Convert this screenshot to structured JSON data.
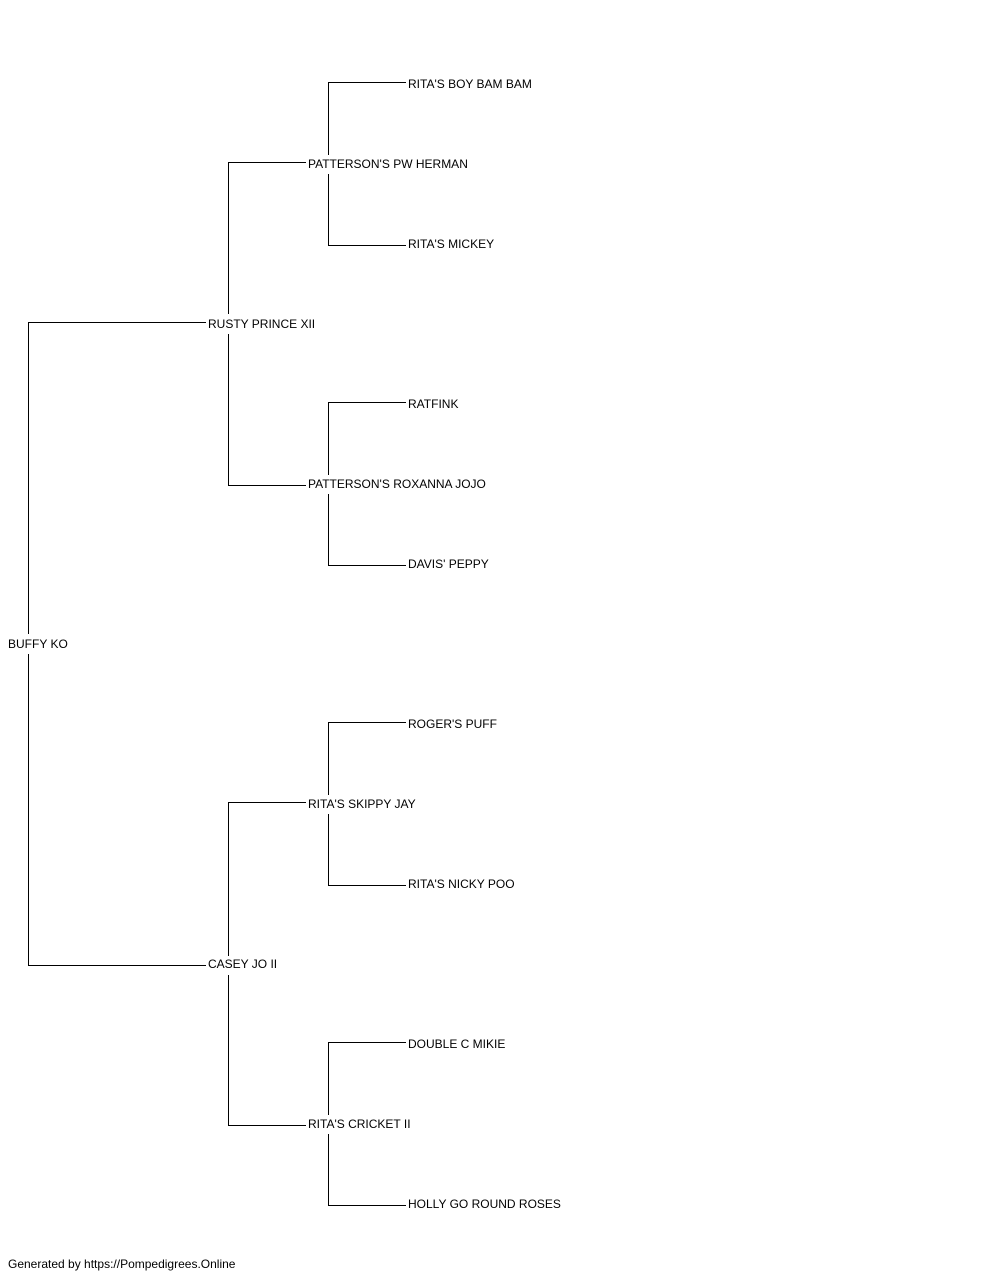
{
  "pedigree": {
    "subject": "BUFFY KO",
    "sire": {
      "name": "RUSTY PRINCE XII",
      "sire": {
        "name": "PATTERSON'S PW HERMAN",
        "sire": {
          "name": "RITA'S BOY BAM BAM"
        },
        "dam": {
          "name": "RITA'S MICKEY"
        }
      },
      "dam": {
        "name": "PATTERSON'S ROXANNA JOJO",
        "sire": {
          "name": "RATFINK"
        },
        "dam": {
          "name": "DAVIS' PEPPY"
        }
      }
    },
    "dam": {
      "name": "CASEY JO II",
      "sire": {
        "name": "RITA'S SKIPPY JAY",
        "sire": {
          "name": "ROGER'S PUFF"
        },
        "dam": {
          "name": "RITA'S NICKY POO"
        }
      },
      "dam": {
        "name": "RITA'S CRICKET II",
        "sire": {
          "name": "DOUBLE C MIKIE"
        },
        "dam": {
          "name": "HOLLY GO ROUND ROSES"
        }
      }
    }
  },
  "footer": {
    "text": "Generated by https://Pompedigrees.Online"
  }
}
